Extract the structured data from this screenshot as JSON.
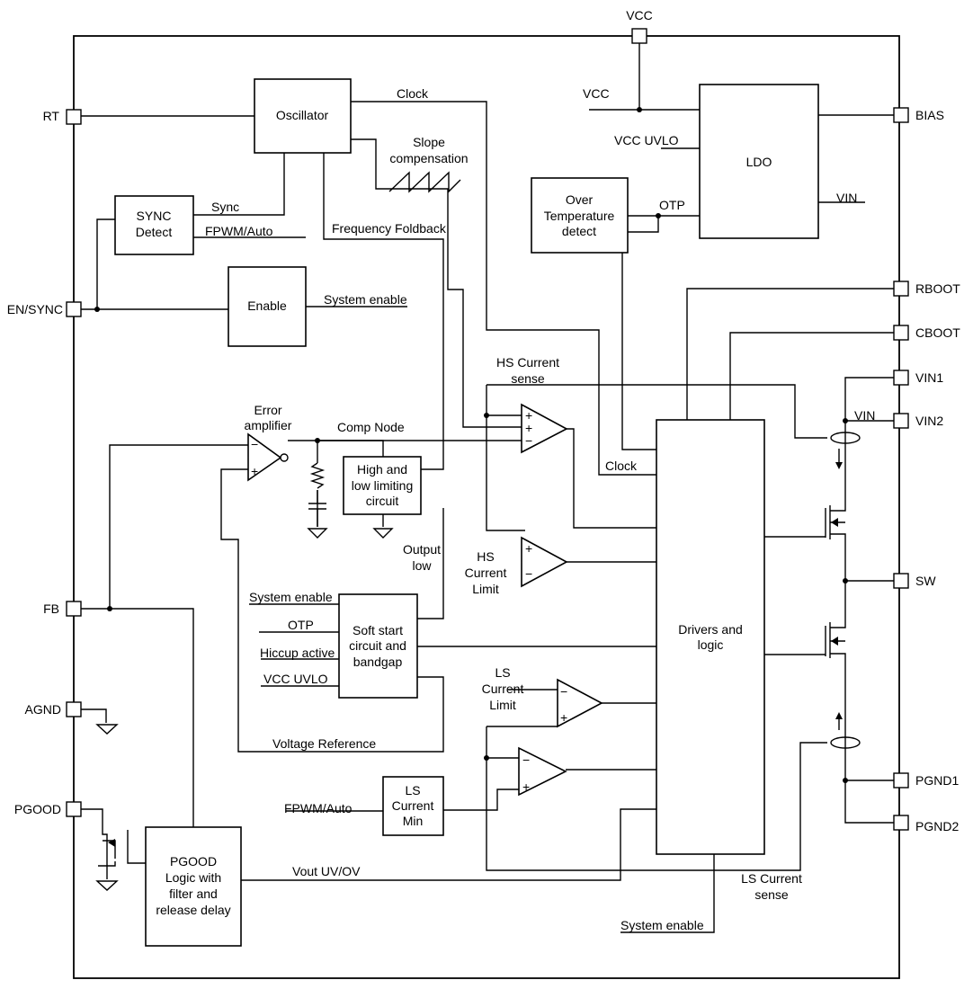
{
  "pins": {
    "vcc": "VCC",
    "rt": "RT",
    "en_sync": "EN/SYNC",
    "fb": "FB",
    "agnd": "AGND",
    "pgood": "PGOOD",
    "bias": "BIAS",
    "rboot": "RBOOT",
    "cboot": "CBOOT",
    "vin1": "VIN1",
    "vin2": "VIN2",
    "sw": "SW",
    "pgnd1": "PGND1",
    "pgnd2": "PGND2"
  },
  "blocks": {
    "oscillator": "Oscillator",
    "sync_detect": [
      "SYNC",
      "Detect"
    ],
    "enable": "Enable",
    "ldo": "LDO",
    "over_temp": [
      "Over",
      "Temperature",
      "detect"
    ],
    "limiting": [
      "High and",
      "low limiting",
      "circuit"
    ],
    "soft_start": [
      "Soft start",
      "circuit and",
      "bandgap"
    ],
    "ls_current_min": [
      "LS",
      "Current",
      "Min"
    ],
    "pgood_logic": [
      "PGOOD",
      "Logic with",
      "filter and",
      "release delay"
    ],
    "drivers": [
      "Drivers and",
      "logic"
    ]
  },
  "signals": {
    "clock_top": "Clock",
    "vcc_ldo": "VCC",
    "vcc_uvlo_ldo": "VCC UVLO",
    "slope_comp": [
      "Slope",
      "compensation"
    ],
    "sync": "Sync",
    "fpwm_auto_sync": "FPWM/Auto",
    "freq_foldback": "Frequency Foldback",
    "otp_ldo": "OTP",
    "vin_ldo": "VIN",
    "system_enable_en": "System enable",
    "hs_current_sense": [
      "HS Current",
      "sense"
    ],
    "error_amp": [
      "Error",
      "amplifier"
    ],
    "comp_node": "Comp Node",
    "clock_drv": "Clock",
    "vin_switch": "VIN",
    "output_low": [
      "Output",
      "low"
    ],
    "hs_current_limit": [
      "HS",
      "Current",
      "Limit"
    ],
    "ss_system_enable": "System enable",
    "ss_otp": "OTP",
    "ss_hiccup": "Hiccup active",
    "ss_vcc_uvlo": "VCC UVLO",
    "ls_current_limit": [
      "LS",
      "Current",
      "Limit"
    ],
    "voltage_reference": "Voltage Reference",
    "fpwm_auto_ls": "FPWM/Auto",
    "vout_uv_ov": "Vout UV/OV",
    "ls_current_sense": [
      "LS Current",
      "sense"
    ],
    "system_enable_bottom": "System enable"
  },
  "comparator_signs": {
    "plus": "+",
    "minus": "−"
  }
}
